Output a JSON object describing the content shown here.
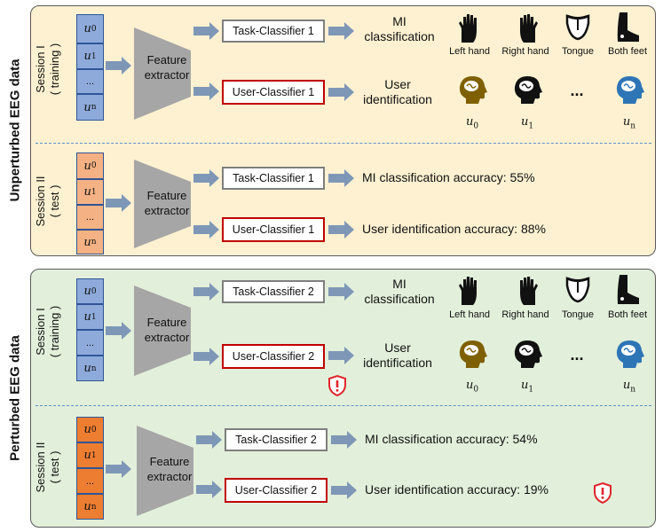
{
  "panels": {
    "top": {
      "label": "Unperturbed EEG data",
      "bg": "#fdf1d1"
    },
    "bottom": {
      "label": "Perturbed EEG data",
      "bg": "#e2efda"
    }
  },
  "sessions": {
    "s1": {
      "title": "Session I",
      "sub": "( training )"
    },
    "s2": {
      "title": "Session II",
      "sub": "( test )"
    }
  },
  "users": {
    "var": "u",
    "subs": [
      "0",
      "1",
      "...",
      "n"
    ]
  },
  "feature_extractor": {
    "line1": "Feature",
    "line2": "extractor"
  },
  "classifiers": {
    "task1": "Task-Classifier 1",
    "user1": "User-Classifier 1",
    "task2": "Task-Classifier 2",
    "user2": "User-Classifier 2"
  },
  "outputs": {
    "mi_line1": "MI",
    "mi_line2": "classification",
    "uid_line1": "User",
    "uid_line2": "identification",
    "acc_mi_1": "MI classification accuracy: 55%",
    "acc_uid_1": "User identification accuracy: 88%",
    "acc_mi_2": "MI classification accuracy: 54%",
    "acc_uid_2": "User identification accuracy: 19%"
  },
  "mi_classes": [
    "Left hand",
    "Right hand",
    "Tongue",
    "Both feet"
  ],
  "user_icons": {
    "labels": [
      "0",
      "1",
      "n"
    ],
    "ellipsis": "..."
  },
  "colors": {
    "cell_blue": "#8eaadb",
    "cell_peach": "#f4b183",
    "cell_orange": "#ed7d31",
    "arrow": "#7f97b7",
    "trap": "#a6a6a6",
    "task_border": "#7f7f7f",
    "user_border": "#c00000",
    "head_brown": "#7f6000",
    "head_black": "#111111",
    "head_blue": "#2e75b6",
    "alert": "#e0242a"
  },
  "icons": [
    "hand-icon",
    "tongue-icon",
    "foot-icon",
    "head-brain-icon",
    "alert-shield-icon",
    "arrow-icon"
  ]
}
